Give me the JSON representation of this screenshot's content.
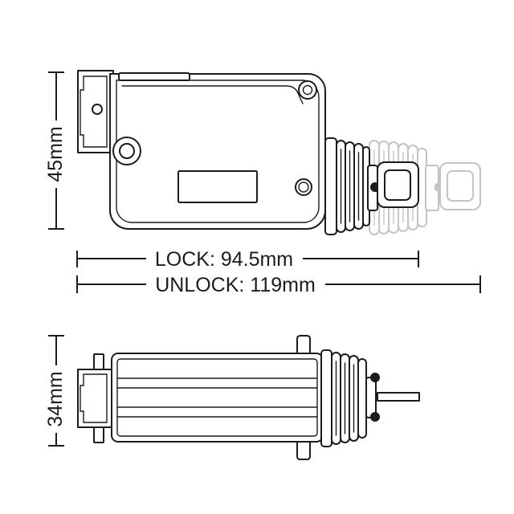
{
  "dimensions": {
    "top_view_height": "45mm",
    "lock_length": "LOCK: 94.5mm",
    "unlock_length": "UNLOCK: 119mm",
    "side_view_height": "34mm"
  },
  "colors": {
    "line": "#1c1c1c",
    "ghost_line": "#c4c4c4",
    "background": "#ffffff"
  }
}
